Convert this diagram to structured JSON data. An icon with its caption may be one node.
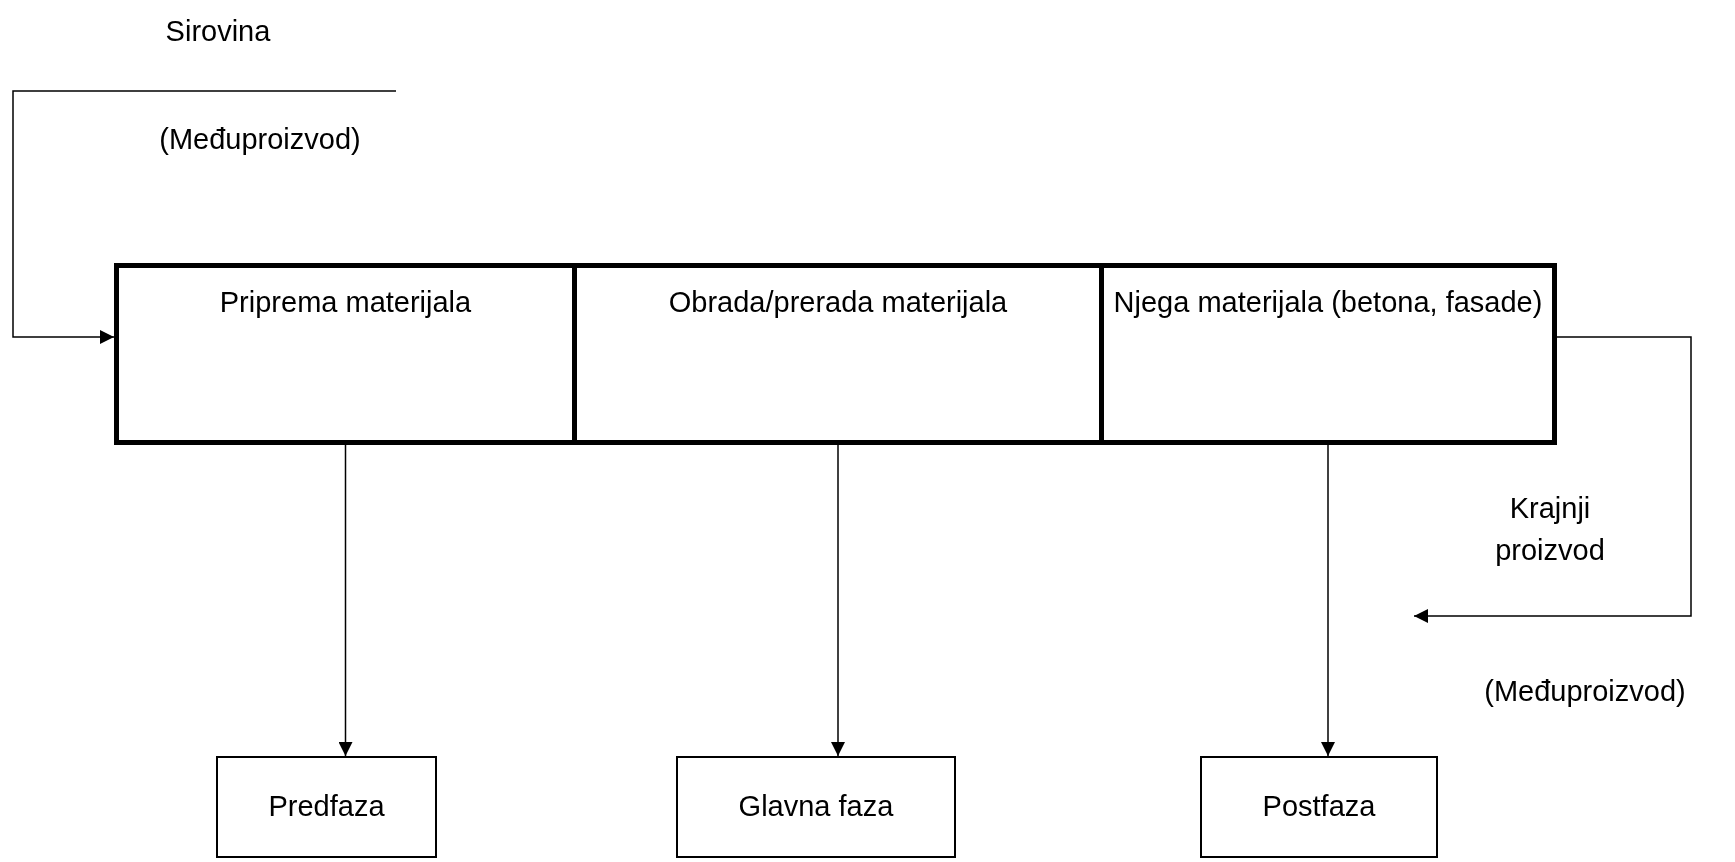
{
  "diagram": {
    "nodes": [
      {
        "text": [
          "Priprema materijala"
        ]
      },
      {
        "text": [
          "Obrada/prerada materijala"
        ]
      },
      {
        "text": [
          "Njega materijala (betona, fasade)"
        ]
      },
      {
        "text": [
          "Predfaza"
        ]
      },
      {
        "text": [
          "Glavna faza"
        ]
      },
      {
        "text": [
          "Postfaza"
        ]
      }
    ],
    "edges": [
      {
        "from": null,
        "to": 0,
        "arrow": "to"
      },
      {
        "from": 0,
        "to": 3,
        "arrow": "to"
      },
      {
        "from": 1,
        "to": 4,
        "arrow": "to"
      },
      {
        "from": 2,
        "to": 5,
        "arrow": "to"
      },
      {
        "from": 2,
        "to": null,
        "arrow": "to"
      }
    ],
    "labels": [
      "Sirovina",
      "(Međuproizvod)",
      "Krajnji proizvod",
      "(Međuproizvod)"
    ]
  }
}
